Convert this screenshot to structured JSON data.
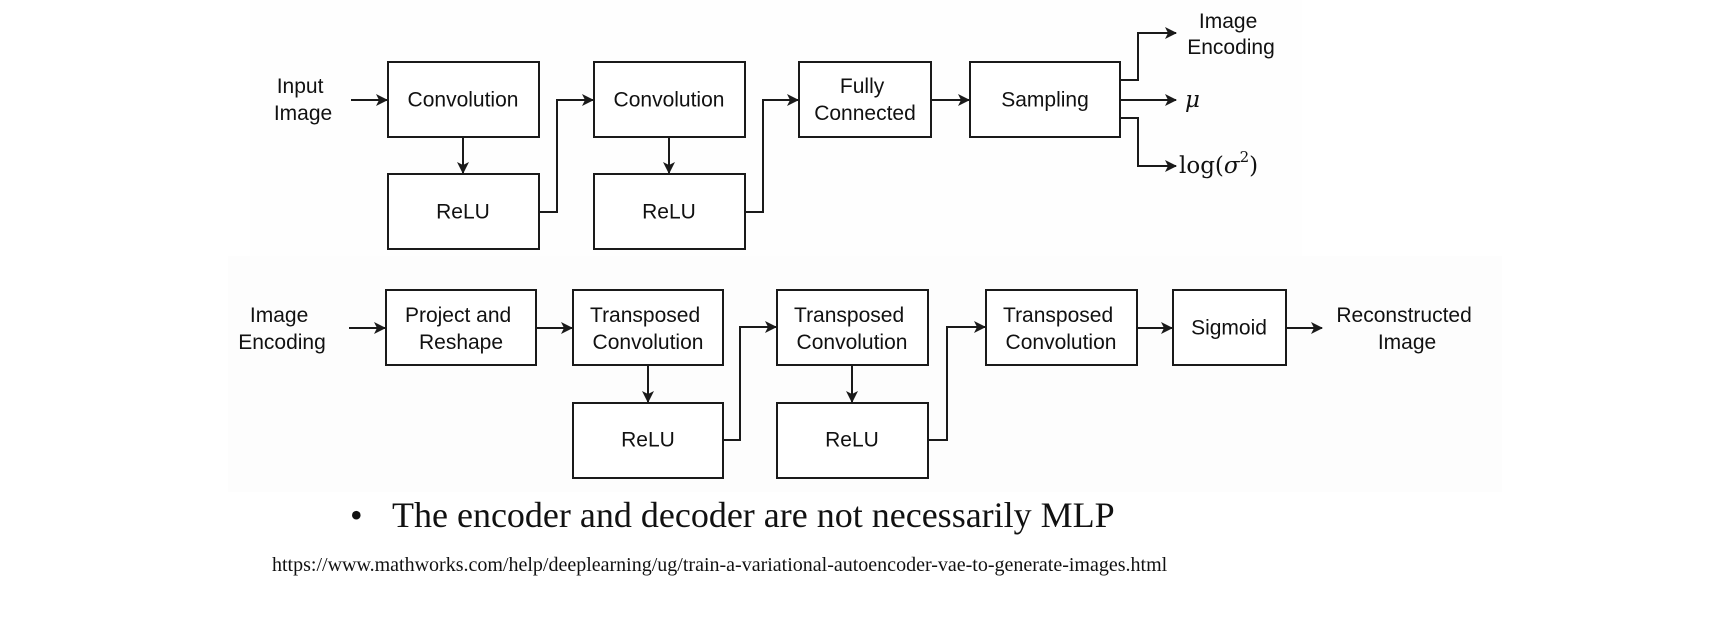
{
  "encoder": {
    "input_label": [
      "Input",
      "Image"
    ],
    "blocks": {
      "conv1": [
        "Convolution"
      ],
      "relu1": [
        "ReLU"
      ],
      "conv2": [
        "Convolution"
      ],
      "relu2": [
        "ReLU"
      ],
      "fc": [
        "Fully",
        "Connected"
      ],
      "sampling": [
        "Sampling"
      ]
    },
    "outputs": {
      "encoding": [
        "Image",
        "Encoding"
      ],
      "mu": "μ",
      "logvar": {
        "prefix": "log(",
        "symbol": "σ",
        "exp": "2",
        "suffix": ")"
      }
    }
  },
  "decoder": {
    "input_label": [
      "Image",
      "Encoding"
    ],
    "blocks": {
      "project": [
        "Project and",
        "Reshape"
      ],
      "tconv1": [
        "Transposed",
        "Convolution"
      ],
      "relu1": [
        "ReLU"
      ],
      "tconv2": [
        "Transposed",
        "Convolution"
      ],
      "relu2": [
        "ReLU"
      ],
      "tconv3": [
        "Transposed",
        "Convolution"
      ],
      "sigmoid": [
        "Sigmoid"
      ]
    },
    "output_label": [
      "Reconstructed",
      "Image"
    ]
  },
  "bullet": {
    "symbol": "•",
    "text": "The encoder and decoder are not necessarily MLP"
  },
  "source_url": "https://www.mathworks.com/help/deeplearning/ug/train-a-variational-autoencoder-vae-to-generate-images.html"
}
